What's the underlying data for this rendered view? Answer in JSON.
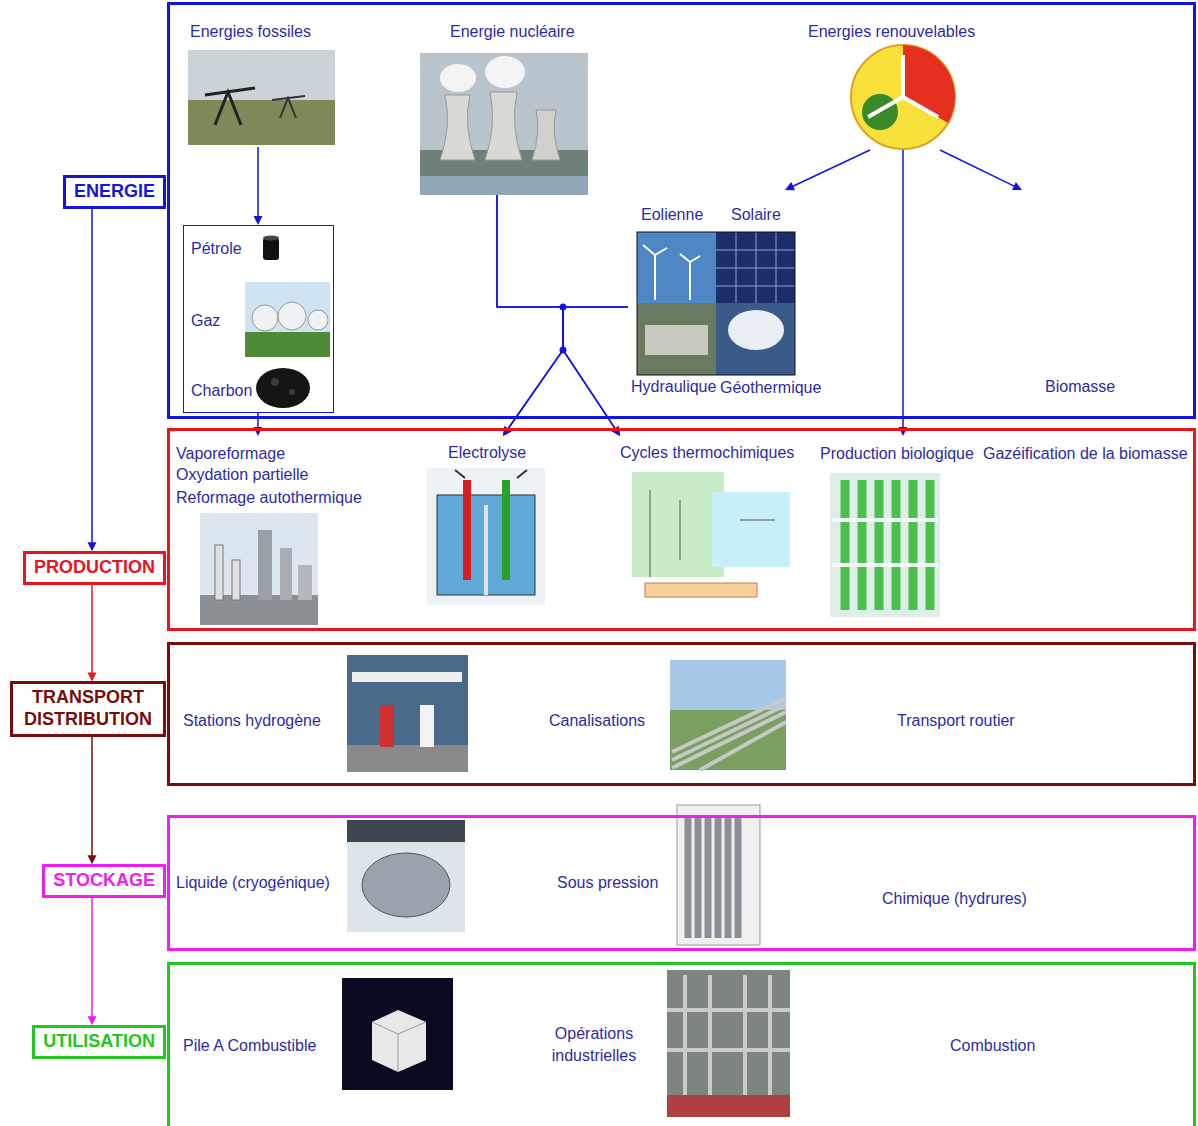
{
  "diagram": {
    "nodes": [
      {
        "text": [
          "ENERGIE"
        ]
      },
      {
        "text": []
      },
      {
        "text": [
          "Energies fossiles"
        ],
        "in": 1
      },
      {
        "text": [
          "Pétrole",
          "Gaz",
          "Charbon"
        ],
        "in": 1
      },
      {
        "text": [
          "Energie nucléaire"
        ],
        "in": 1
      },
      {
        "text": [
          "Energies renouvelables"
        ],
        "in": 1
      },
      {
        "text": [
          "Eolienne",
          "Solaire",
          "Hydraulique",
          "Géothermique"
        ],
        "in": 1
      },
      {
        "text": [
          "Biomasse"
        ],
        "in": 1
      },
      {
        "text": [
          "PRODUCTION"
        ]
      },
      {
        "text": []
      },
      {
        "text": [
          "Vaporeformage",
          "Oxydation partielle",
          "Reformage autothermique"
        ],
        "in": 9
      },
      {
        "text": [
          "Electrolyse"
        ],
        "in": 9
      },
      {
        "text": [
          "Cycles thermochimiques"
        ],
        "in": 9
      },
      {
        "text": [
          "Production biologique"
        ],
        "in": 9
      },
      {
        "text": [
          "Gazéification de la biomasse"
        ],
        "in": 9
      },
      {
        "text": [
          "TRANSPORT DISTRIBUTION"
        ]
      },
      {
        "text": []
      },
      {
        "text": [
          "Stations hydrogène"
        ],
        "in": 16
      },
      {
        "text": [
          "Canalisations"
        ],
        "in": 16
      },
      {
        "text": [
          "Transport routier"
        ],
        "in": 16
      },
      {
        "text": [
          "STOCKAGE"
        ]
      },
      {
        "text": []
      },
      {
        "text": [
          "Liquide (cryogénique)"
        ],
        "in": 21
      },
      {
        "text": [
          "Sous pression"
        ],
        "in": 21
      },
      {
        "text": [
          "Chimique (hydrures)"
        ],
        "in": 21
      },
      {
        "text": [
          "UTILISATION"
        ]
      },
      {
        "text": []
      },
      {
        "text": [
          "Pile A Combustible"
        ],
        "in": 26
      },
      {
        "text": [
          "Opérations industrielles"
        ],
        "in": 26
      },
      {
        "text": [
          "Combustion"
        ],
        "in": 26
      }
    ],
    "edges": [
      {
        "from": 2,
        "to": 3,
        "arrow": "to"
      },
      {
        "from": 5,
        "to": 6,
        "arrow": "to"
      },
      {
        "from": 5,
        "to": 7,
        "arrow": "to"
      },
      {
        "from": 5,
        "to": 13,
        "arrow": "to"
      },
      {
        "from": 4,
        "to": 11,
        "arrow": "to"
      },
      {
        "from": 4,
        "to": 12,
        "arrow": "to"
      },
      {
        "from": 6,
        "to": 11,
        "arrow": "to"
      },
      {
        "from": 6,
        "to": 12,
        "arrow": "to"
      },
      {
        "from": 3,
        "to": 10,
        "arrow": "to"
      },
      {
        "from": 0,
        "to": 8,
        "arrow": "to"
      },
      {
        "from": 8,
        "to": 15,
        "arrow": "to"
      },
      {
        "from": 15,
        "to": 20,
        "arrow": "to"
      },
      {
        "from": 20,
        "to": 25,
        "arrow": "to"
      }
    ]
  }
}
